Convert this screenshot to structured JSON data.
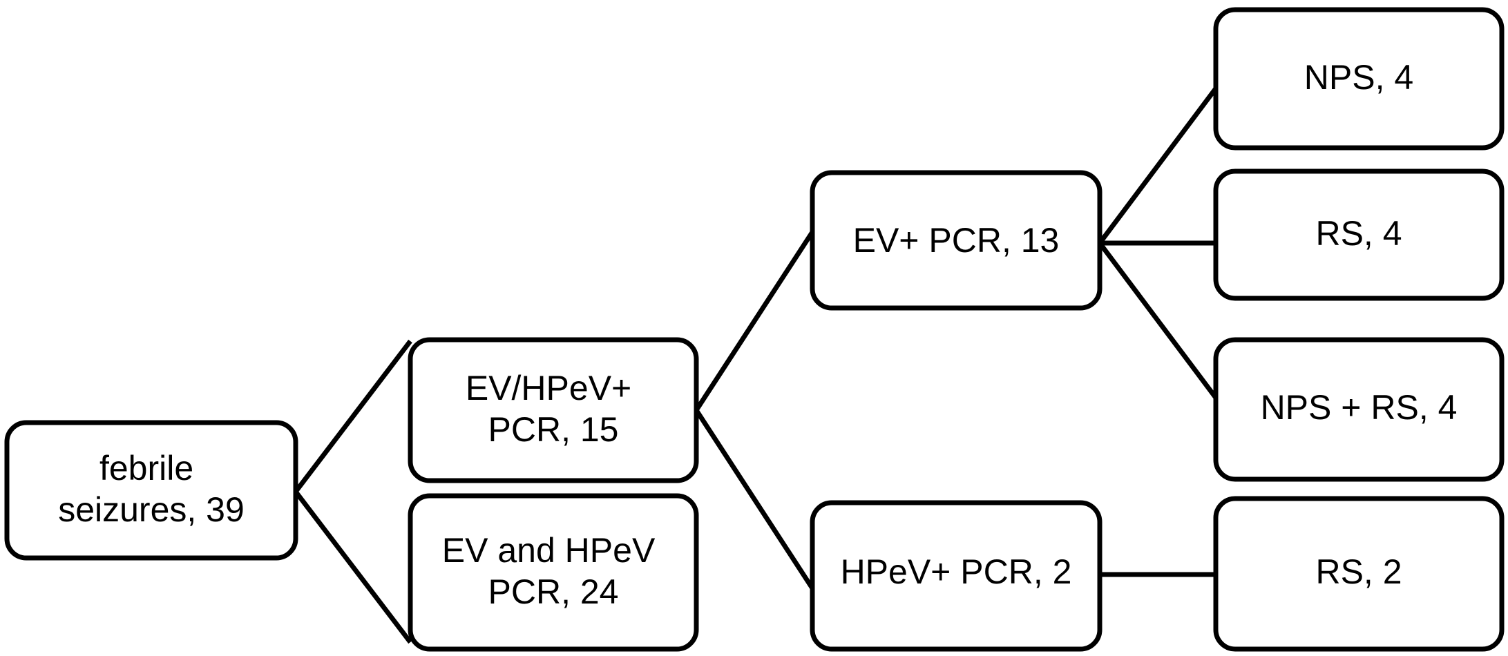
{
  "diagram": {
    "type": "flowchart",
    "title": "",
    "background_color": "#ffffff",
    "stroke_color": "#000000",
    "text_color": "#000000",
    "nodes": [
      {
        "id": "febrile-seizures",
        "lines": [
          "febrile",
          "seizures, 39"
        ],
        "count": 39,
        "column": 1
      },
      {
        "id": "ev-hpev-positive-pcr",
        "lines": [
          "EV/HPeV+",
          "PCR, 15"
        ],
        "count": 15,
        "column": 2
      },
      {
        "id": "ev-and-hpev-pcr",
        "lines": [
          "EV and HPeV",
          "PCR, 24"
        ],
        "count": 24,
        "column": 2
      },
      {
        "id": "ev-positive-pcr",
        "lines": [
          "EV+ PCR, 13"
        ],
        "count": 13,
        "column": 3
      },
      {
        "id": "hpev-positive-pcr",
        "lines": [
          "HPeV+ PCR, 2"
        ],
        "count": 2,
        "column": 3
      },
      {
        "id": "nps",
        "lines": [
          "NPS, 4"
        ],
        "count": 4,
        "column": 4
      },
      {
        "id": "rs-four",
        "lines": [
          "RS, 4"
        ],
        "count": 4,
        "column": 4
      },
      {
        "id": "nps-plus-rs",
        "lines": [
          "NPS + RS, 4"
        ],
        "count": 4,
        "column": 4
      },
      {
        "id": "rs-two",
        "lines": [
          "RS, 2"
        ],
        "count": 2,
        "column": 4
      }
    ],
    "edges": [
      {
        "from": "febrile-seizures",
        "to": "ev-hpev-positive-pcr"
      },
      {
        "from": "febrile-seizures",
        "to": "ev-and-hpev-pcr"
      },
      {
        "from": "ev-hpev-positive-pcr",
        "to": "ev-positive-pcr"
      },
      {
        "from": "ev-hpev-positive-pcr",
        "to": "hpev-positive-pcr"
      },
      {
        "from": "ev-positive-pcr",
        "to": "nps"
      },
      {
        "from": "ev-positive-pcr",
        "to": "rs-four"
      },
      {
        "from": "ev-positive-pcr",
        "to": "nps-plus-rs"
      },
      {
        "from": "hpev-positive-pcr",
        "to": "rs-two"
      }
    ]
  }
}
